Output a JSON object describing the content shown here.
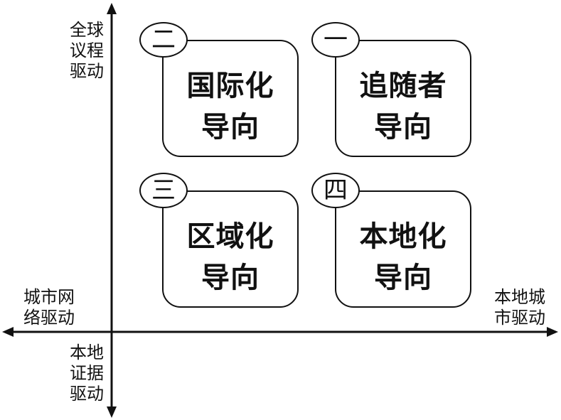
{
  "axes": {
    "y_top": "全球\n议程\n驱动",
    "y_bottom": "本地\n证据\n驱动",
    "x_left": "城市网\n络驱动",
    "x_right": "本地城\n市驱动"
  },
  "quadrants": [
    {
      "number": "二",
      "title": "国际化\n导向"
    },
    {
      "number": "一",
      "title": "追随者\n导向"
    },
    {
      "number": "三",
      "title": "区域化\n导向"
    },
    {
      "number": "四",
      "title": "本地化\n导向"
    }
  ]
}
